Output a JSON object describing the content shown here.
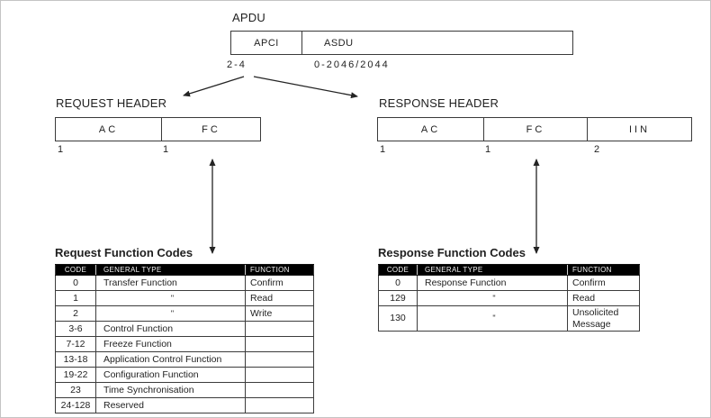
{
  "apdu": {
    "title": "APDU",
    "cells": [
      {
        "label": "APCI",
        "size": "2-4"
      },
      {
        "label": "ASDU",
        "size": "0-2046/2044"
      }
    ]
  },
  "request_header": {
    "title": "REQUEST HEADER",
    "cells": [
      {
        "label": "AC",
        "size": "1"
      },
      {
        "label": "FC",
        "size": "1"
      }
    ]
  },
  "response_header": {
    "title": "RESPONSE HEADER",
    "cells": [
      {
        "label": "AC",
        "size": "1"
      },
      {
        "label": "FC",
        "size": "1"
      },
      {
        "label": "IIN",
        "size": "2"
      }
    ]
  },
  "request_codes": {
    "title": "Request Function Codes",
    "columns": [
      "CODE",
      "GENERAL TYPE",
      "FUNCTION"
    ],
    "rows": [
      [
        "0",
        "Transfer Function",
        "Confirm"
      ],
      [
        "1",
        "\"",
        "Read"
      ],
      [
        "2",
        "\"",
        "Write"
      ],
      [
        "3-6",
        "Control Function",
        ""
      ],
      [
        "7-12",
        "Freeze Function",
        ""
      ],
      [
        "13-18",
        "Application Control Function",
        ""
      ],
      [
        "19-22",
        "Configuration Function",
        ""
      ],
      [
        "23",
        "Time Synchronisation",
        ""
      ],
      [
        "24-128",
        "Reserved",
        ""
      ]
    ]
  },
  "response_codes": {
    "title": "Response Function Codes",
    "columns": [
      "CODE",
      "GENERAL TYPE",
      "FUNCTION"
    ],
    "rows": [
      [
        "0",
        "Response Function",
        "Confirm"
      ],
      [
        "129",
        "\"",
        "Read"
      ],
      [
        "130",
        "\"",
        "Unsolicited Message"
      ]
    ]
  },
  "colors": {
    "line": "#242424",
    "table_header_bg": "#000000",
    "table_header_text": "#f4f4f4",
    "border": "#3c3c3c"
  }
}
